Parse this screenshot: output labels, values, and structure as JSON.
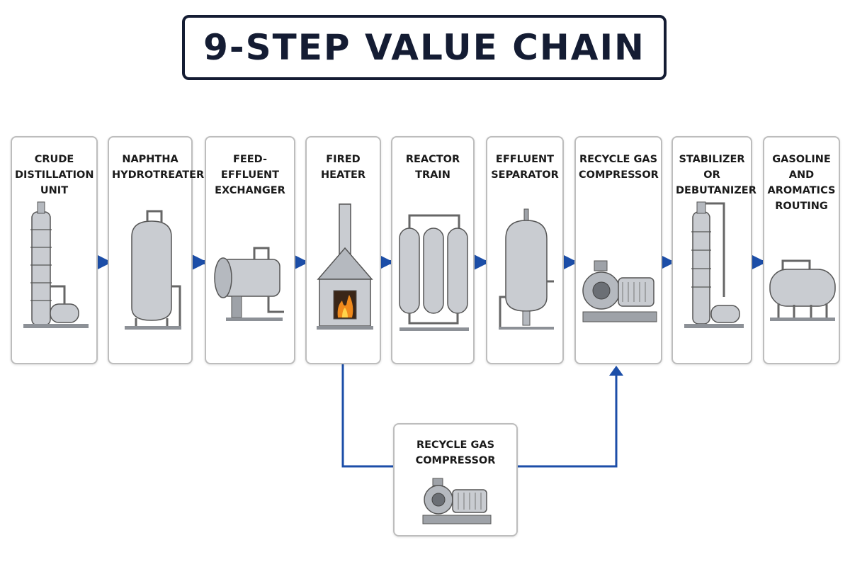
{
  "title": "9-STEP VALUE CHAIN",
  "colors": {
    "arrow": "#1c4ea8",
    "title_border": "#141c33",
    "card_border": "#bdbdbd"
  },
  "steps": [
    {
      "label": "CRUDE\nDISTILLATION\nUNIT",
      "icon": "distillation-column-icon"
    },
    {
      "label": "NAPHTHA\nHYDROTREATER",
      "icon": "vertical-vessel-icon"
    },
    {
      "label": "FEED-EFFLUENT\nEXCHANGER",
      "icon": "heat-exchanger-icon"
    },
    {
      "label": "FIRED\nHEATER",
      "icon": "fired-heater-icon"
    },
    {
      "label": "REACTOR\nTRAIN",
      "icon": "reactor-train-icon"
    },
    {
      "label": "EFFLUENT\nSEPARATOR",
      "icon": "separator-vessel-icon"
    },
    {
      "label": "RECYCLE GAS\nCOMPRESSOR",
      "icon": "compressor-icon"
    },
    {
      "label": "STABILIZER OR\nDEBUTANIZER",
      "icon": "stabilizer-column-icon"
    },
    {
      "label": "GASOLINE AND\nAROMATICS\nROUTING",
      "icon": "storage-tank-icon"
    }
  ],
  "bypass": {
    "label": "RECYCLE GAS\nCOMPRESSOR",
    "icon": "compressor-icon"
  }
}
